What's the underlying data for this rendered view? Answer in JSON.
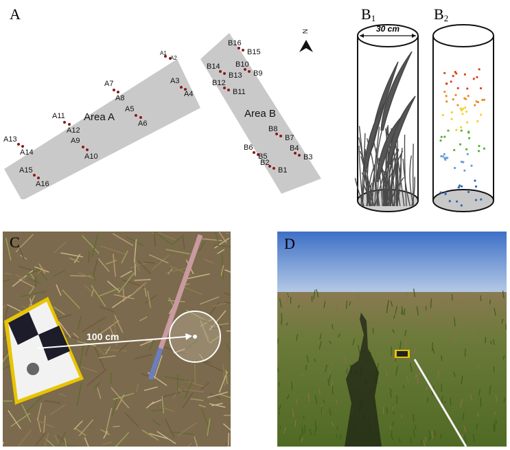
{
  "panels": {
    "a": {
      "letter": "A"
    },
    "b1": {
      "letter": "B",
      "sub": "1"
    },
    "b2": {
      "letter": "B",
      "sub": "2"
    },
    "c": {
      "letter": "C"
    },
    "d": {
      "letter": "D"
    }
  },
  "map": {
    "area_a_label": "Area A",
    "area_b_label": "Area B",
    "north_label": "N",
    "points_a": [
      "A1",
      "A2",
      "A3",
      "A4",
      "A5",
      "A6",
      "A7",
      "A8",
      "A9",
      "A10",
      "A11",
      "A12",
      "A13",
      "A14",
      "A15",
      "A16"
    ],
    "points_b": [
      "B1",
      "B2",
      "B3",
      "B4",
      "B5",
      "B6",
      "B7",
      "B8",
      "B9",
      "B10",
      "B11",
      "B12",
      "B13",
      "B14",
      "B15",
      "B16"
    ]
  },
  "cylinder": {
    "diameter_label": "30 cm"
  },
  "photo_c": {
    "distance_label": "100 cm"
  },
  "colors": {
    "area_fill": "#c9c9c9",
    "point": "#8b1a1a",
    "grass": "#4a4a4a",
    "sky": "#5a8ad0",
    "field": "#5e7a2e"
  }
}
